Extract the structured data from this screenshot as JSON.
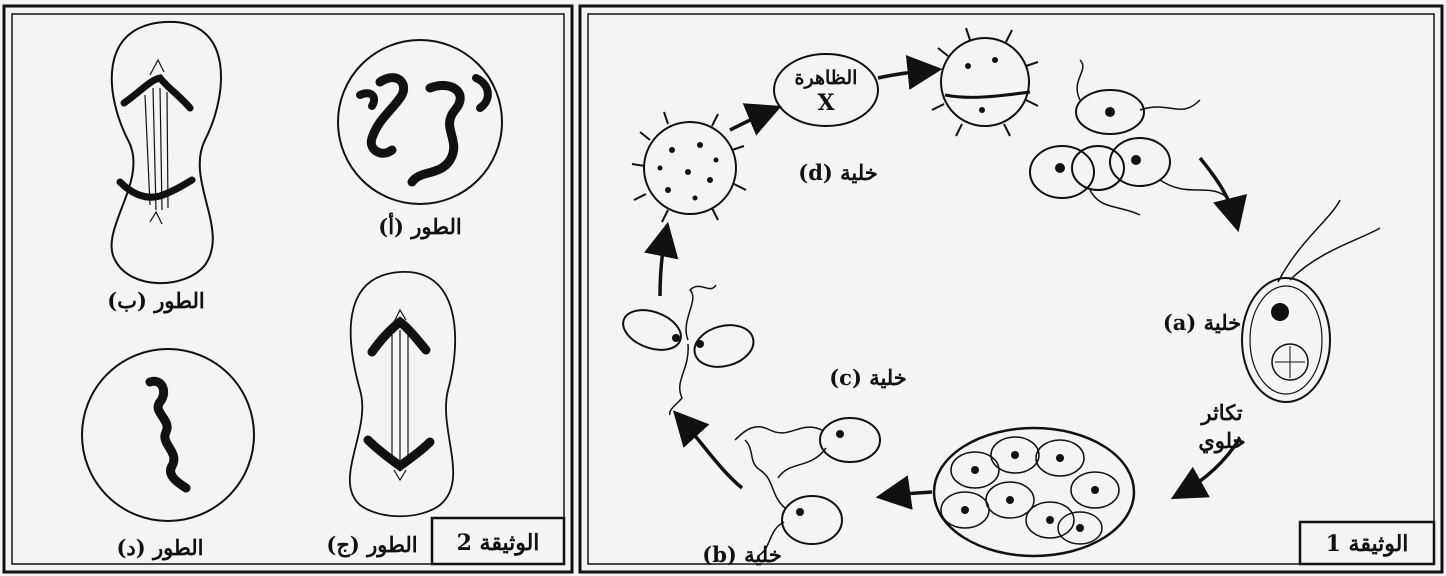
{
  "doc1": {
    "title": "الوثيقة 1",
    "phenomenon_label": "الظاهرة",
    "phenomenon_symbol": "X",
    "cell_a": "خلية (a)",
    "cell_b": "خلية (b)",
    "cell_c": "خلية (c)",
    "cell_d": "خلية (d)",
    "multiplication_line1": "تكاثر",
    "multiplication_line2": "خلوي"
  },
  "doc2": {
    "title": "الوثيقة 2",
    "phase_a": "الطور (أ)",
    "phase_b": "الطور (ب)",
    "phase_c": "الطور (ج)",
    "phase_d": "الطور (د)"
  },
  "colors": {
    "ink": "#111111",
    "paper": "#f4f4f2"
  }
}
